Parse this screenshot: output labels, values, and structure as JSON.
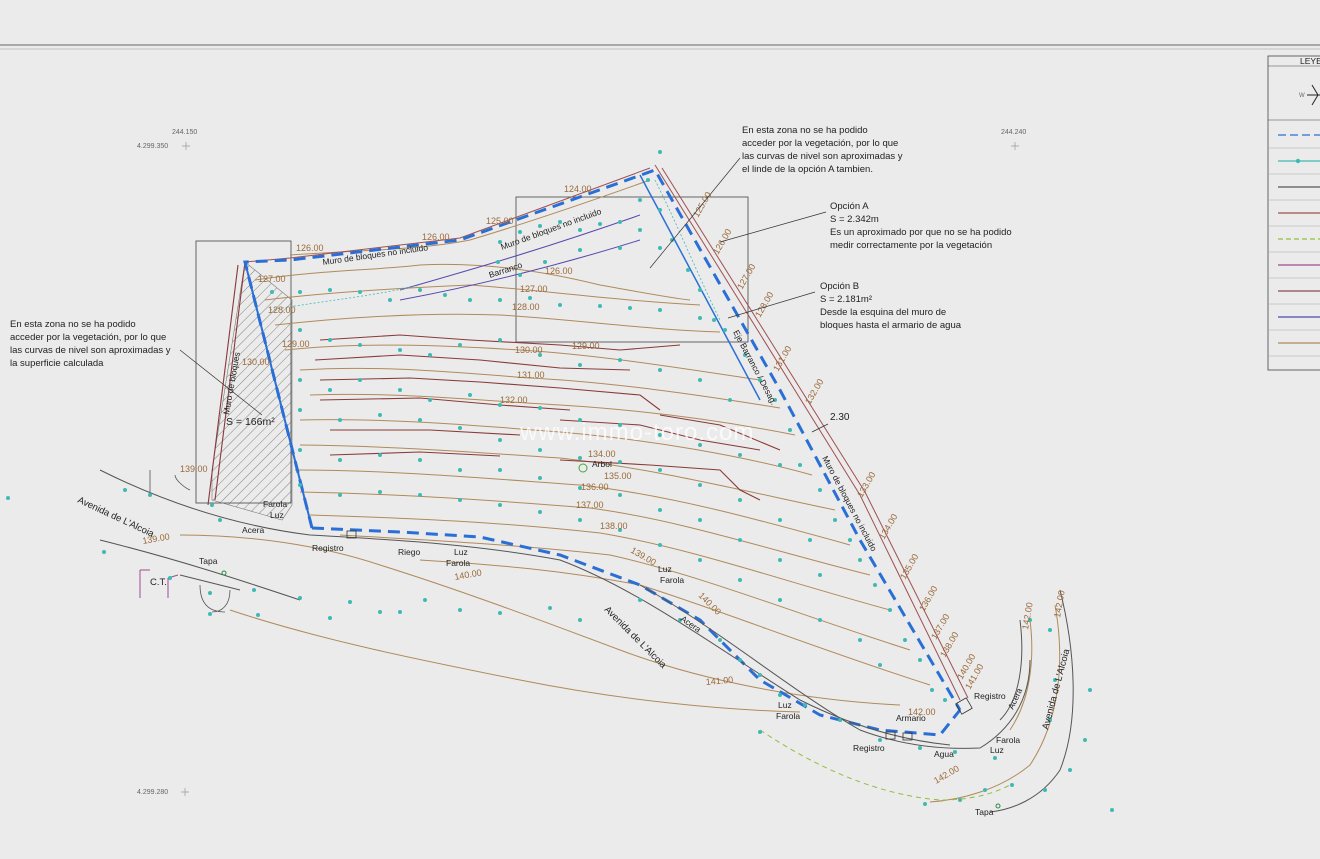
{
  "legend": {
    "title": "LEYE",
    "north_label": "W",
    "line_colors": [
      "#2a6fd6",
      "#3fb9b3",
      "#555555",
      "#a05050",
      "#8fbf3f",
      "#a04b8f",
      "#8a4b4b",
      "#4b4baf",
      "#b08a5a"
    ]
  },
  "coords": {
    "x1": "244.150",
    "x2": "244.240",
    "y1": "4.299.350",
    "y2": "4.299.280"
  },
  "notes": {
    "top": [
      "En esta zona no se ha podido",
      "acceder por la vegetación, por lo que",
      "las curvas de nivel son aproximadas y",
      "el linde de la opción A tambien."
    ],
    "left": [
      "En esta zona no se ha podido",
      "acceder por la vegetación, por lo que",
      "las curvas de nivel son aproximadas y",
      "la superficie calculada"
    ],
    "option_a": [
      "Opción A",
      "S = 2.342m",
      "Es un aproximado por que no se ha podido",
      "medir correctamente por la vegetación"
    ],
    "option_b": [
      "Opción B",
      "S = 2.181m²",
      "Desde la esquina del muro de",
      "bloques hasta el armario de agua"
    ]
  },
  "labels": {
    "muro_top": "Muro de bloques no incluido",
    "muro_top2": "Muro de bloques no incluido",
    "barranco": "Barranco",
    "eje_barranco": "Eje Barranco / Desag.",
    "muro_right": "Muro de bloques no incluido",
    "muro_left": "Muro de bloques",
    "area": "S = 166m²",
    "dim": "2.30",
    "arbol": "Arbol",
    "ct": "C.T.",
    "tapa1": "Tapa",
    "tapa2": "Tapa",
    "avenida1": "Avenida de L'Alcoia",
    "avenida2": "Avenida de L'Alcoia",
    "avenida3": "Avenida de L'Alcoia",
    "acera1": "Acera",
    "acera2": "Acera",
    "acera3": "Acera",
    "registro1": "Registro",
    "riego": "Riego",
    "luz1": "Luz",
    "farola1": "Farola",
    "luz2": "Luz",
    "farola2": "Farola",
    "luz3": "Luz",
    "farola3": "Farola",
    "registro2": "Registro",
    "armario": "Armario",
    "agua": "Agua",
    "farola4": "Farola",
    "luz4": "Luz",
    "registro3": "Registro",
    "farola_luz_left": "Farola",
    "luz_left": "Luz"
  },
  "contours": {
    "c124": "124.00",
    "c125a": "125.00",
    "c125b": "125.00",
    "c126a": "126.00",
    "c126b": "126.00",
    "c126c": "126.00",
    "c126d": "126.00",
    "c127a": "127.00",
    "c127b": "127.00",
    "c127c": "127.00",
    "c128a": "128.00",
    "c128b": "128.00",
    "c128c": "128.00",
    "c129a": "129.00",
    "c129b": "129.00",
    "c130a": "130.00",
    "c130b": "130.00",
    "c131a": "131.00",
    "c131b": "131.00",
    "c132a": "132.00",
    "c132b": "132.00",
    "c133": "133.00",
    "c134a": "134.00",
    "c134b": "134.00",
    "c135a": "135.00",
    "c135b": "135.00",
    "c136a": "136.00",
    "c136b": "136.00",
    "c137a": "137.00",
    "c137b": "137.00",
    "c138a": "138.00",
    "c138b": "138.00",
    "c139a": "139.00",
    "c139b": "139.00",
    "c140a": "140.00",
    "c140b": "140.00",
    "c140c": "140.00",
    "c141a": "141.00",
    "c141b": "141.00",
    "c142a": "142.00",
    "c142b": "142.00",
    "c142c": "142.00",
    "c142d": "142.00"
  },
  "watermark": "www.immo-toro.com"
}
